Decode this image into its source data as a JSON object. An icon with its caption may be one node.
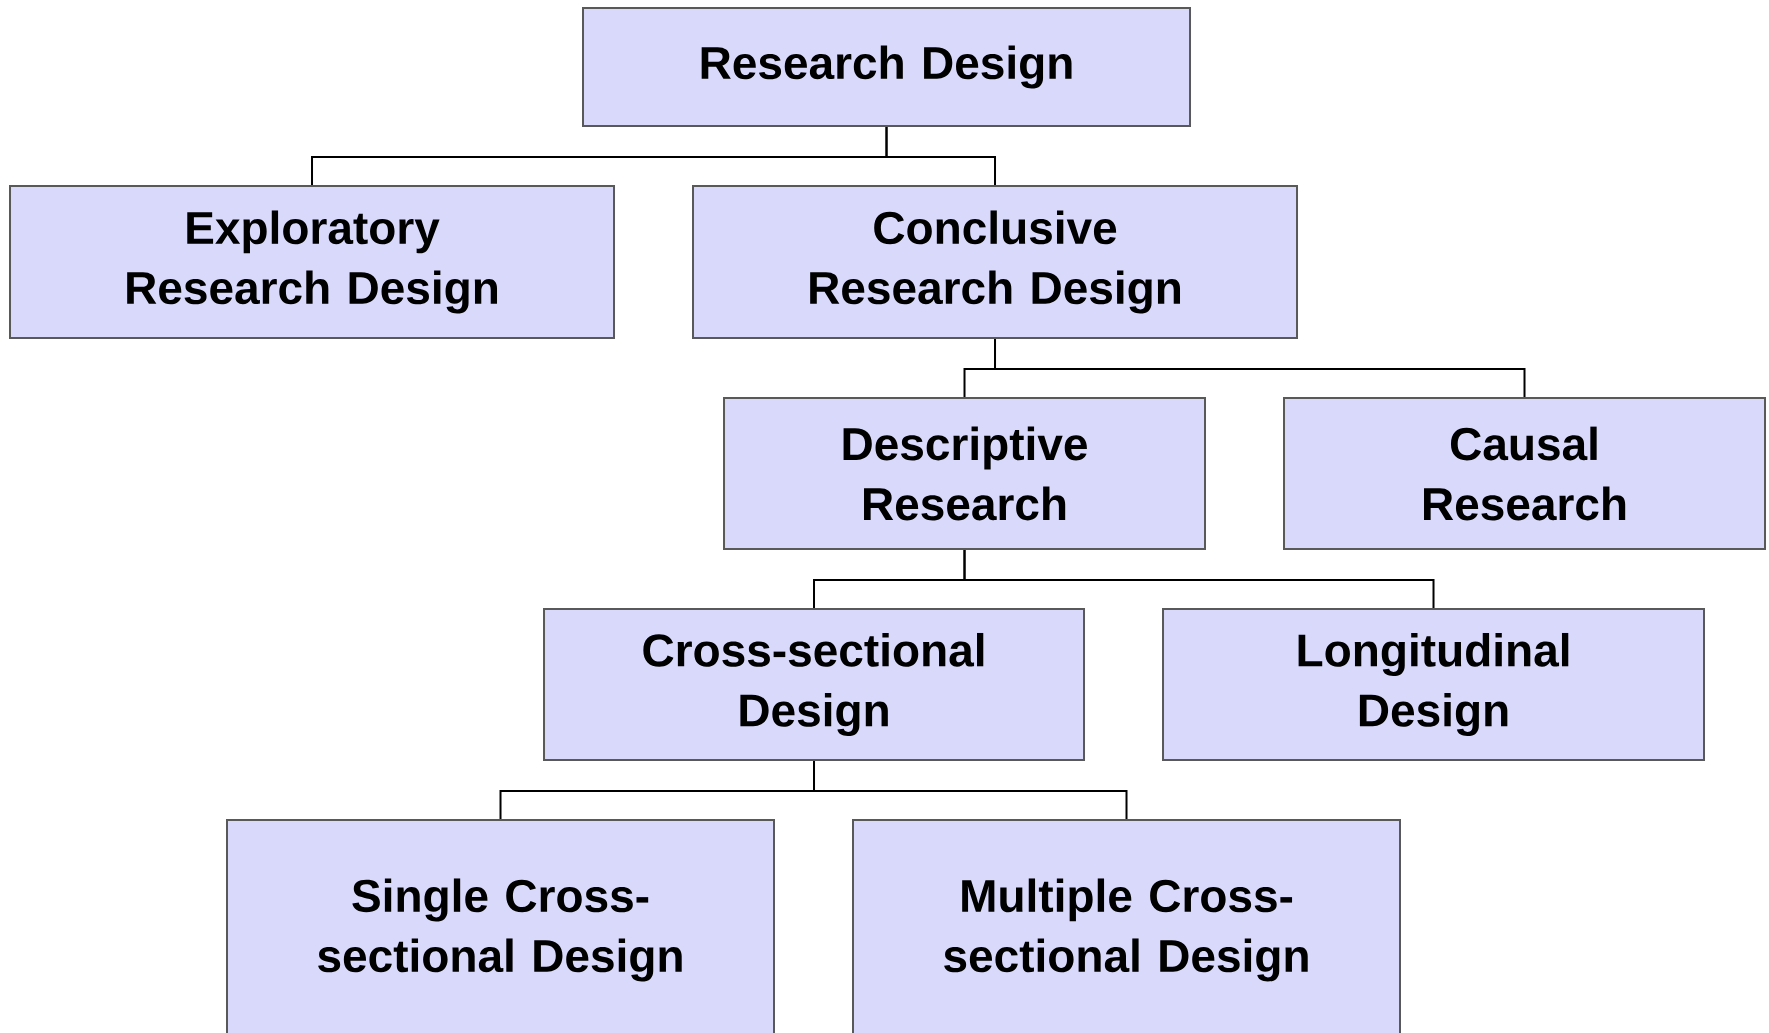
{
  "diagram": {
    "nodes": [
      {
        "text": [
          "Research Design"
        ]
      },
      {
        "text": [
          "Exploratory Research Design"
        ]
      },
      {
        "text": [
          "Conclusive Research Design"
        ]
      },
      {
        "text": [
          "Descriptive Research"
        ]
      },
      {
        "text": [
          "Causal Research"
        ]
      },
      {
        "text": [
          "Cross-sectional Design"
        ]
      },
      {
        "text": [
          "Longitudinal Design"
        ]
      },
      {
        "text": [
          "Single Cross-sectional Design"
        ]
      },
      {
        "text": [
          "Multiple Cross-sectional Design"
        ]
      }
    ],
    "edges": [
      {
        "from": 0,
        "to": 1,
        "arrow": "none"
      },
      {
        "from": 0,
        "to": 2,
        "arrow": "none"
      },
      {
        "from": 2,
        "to": 3,
        "arrow": "none"
      },
      {
        "from": 2,
        "to": 4,
        "arrow": "none"
      },
      {
        "from": 3,
        "to": 5,
        "arrow": "none"
      },
      {
        "from": 3,
        "to": 6,
        "arrow": "none"
      },
      {
        "from": 5,
        "to": 7,
        "arrow": "none"
      },
      {
        "from": 5,
        "to": 8,
        "arrow": "none"
      }
    ]
  }
}
